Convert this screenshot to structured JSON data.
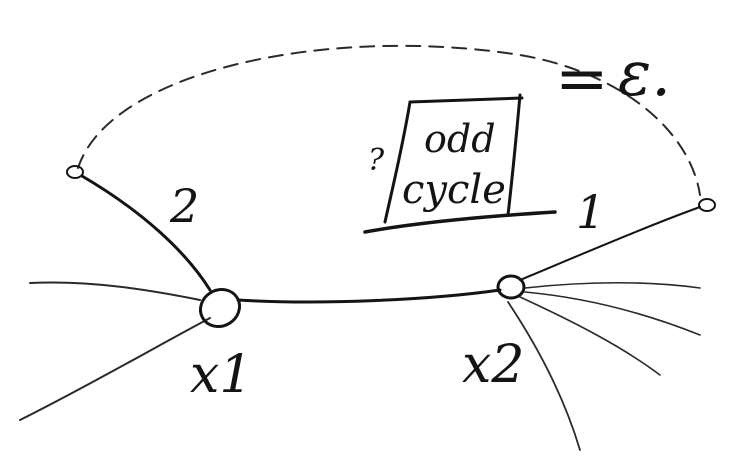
{
  "labels": {
    "box_line1": "odd",
    "box_line2": "cycle",
    "edge_left": "2",
    "edge_right": "1",
    "vertex_x1": "x1",
    "vertex_x2": "x2",
    "equals_sign": "=",
    "epsilon_mark": "ε.",
    "question_mark": "?"
  }
}
